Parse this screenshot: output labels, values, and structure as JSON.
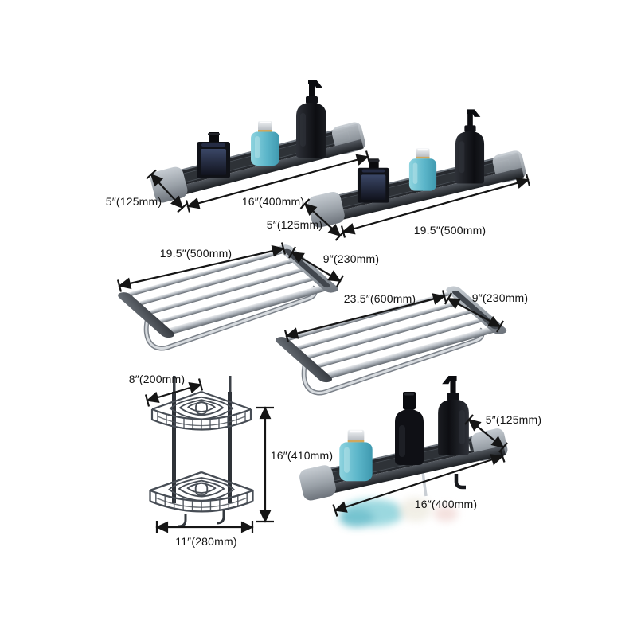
{
  "page": {
    "background": "#ffffff"
  },
  "colors": {
    "dimension_line": "#151515",
    "label_text": "#131313",
    "tray_dark": "#26292e",
    "metal_silver": "#9aa1a8",
    "teal_bottle": "#5cb6ca",
    "black_bottle": "#0d0e12",
    "basket_wire": "#474d55"
  },
  "products": {
    "shelf_400": {
      "depth": "5″(125mm)",
      "length": "16″(400mm)"
    },
    "shelf_500": {
      "depth": "5″(125mm)",
      "length": "19.5″(500mm)"
    },
    "towel_rack_500": {
      "length": "19.5″(500mm)",
      "depth": "9″(230mm)"
    },
    "towel_rack_600": {
      "length": "23.5″(600mm)",
      "depth": "9″(230mm)"
    },
    "corner_basket": {
      "top_width": "8″(200mm)",
      "height": "16″(410mm)",
      "bottom_width": "11″(280mm)"
    },
    "shelf_400_with_hooks": {
      "depth": "5″(125mm)",
      "length": "16″(400mm)"
    }
  }
}
